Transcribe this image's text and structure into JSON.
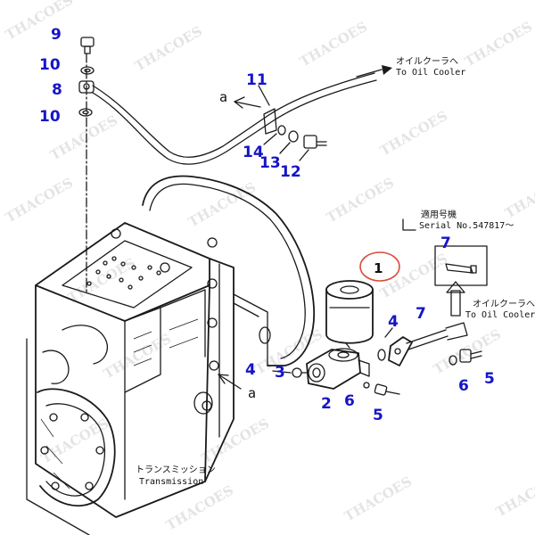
{
  "watermark": "THACOES",
  "part_numbers": {
    "p1": "1",
    "p2": "2",
    "p3": "3",
    "p4a": "4",
    "p4b": "4",
    "p5a": "5",
    "p5b": "5",
    "p6a": "6",
    "p6b": "6",
    "p7a": "7",
    "p7b": "7",
    "p8": "8",
    "p9": "9",
    "p10a": "10",
    "p10b": "10",
    "p11": "11",
    "p12": "12",
    "p13": "13",
    "p14": "14"
  },
  "labels": {
    "oil_cooler_jp_top": "オイルクーラへ",
    "oil_cooler_en_top": "To Oil Cooler",
    "oil_cooler_jp_right": "オイルクーラへ",
    "oil_cooler_en_right": "To Oil Cooler",
    "serial_jp": "適用号機",
    "serial_en": "Serial No.547817～",
    "transmission_jp": "トランスミッション",
    "transmission_en": "Transmission",
    "ref_a_top": "a",
    "ref_a_bottom": "a"
  },
  "colors": {
    "callout_number": "#1515c8",
    "highlight_circle": "#d94a3a",
    "line": "#1a1a1a",
    "watermark": "#cfcfcf"
  }
}
